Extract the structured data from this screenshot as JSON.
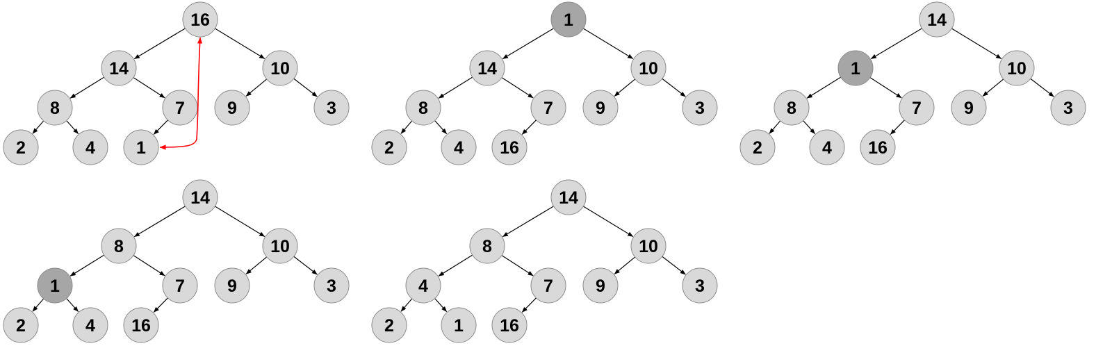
{
  "colors": {
    "node_fill": "#d9d9d9",
    "node_highlight_fill": "#a6a6a6",
    "node_stroke": "#8a8a8a",
    "edge": "#000000",
    "swap_arrow": "#ff0000"
  },
  "panels": [
    {
      "id": "step-1",
      "nodes": [
        {
          "key": "a",
          "label": "16",
          "highlight": false
        },
        {
          "key": "b",
          "label": "14",
          "highlight": false
        },
        {
          "key": "c",
          "label": "10",
          "highlight": false
        },
        {
          "key": "d",
          "label": "8",
          "highlight": false
        },
        {
          "key": "e",
          "label": "7",
          "highlight": false
        },
        {
          "key": "f",
          "label": "9",
          "highlight": false
        },
        {
          "key": "g",
          "label": "3",
          "highlight": false
        },
        {
          "key": "h",
          "label": "2",
          "highlight": false
        },
        {
          "key": "i",
          "label": "4",
          "highlight": false
        },
        {
          "key": "j",
          "label": "1",
          "highlight": false
        }
      ],
      "swap": {
        "from": "a",
        "to": "j"
      }
    },
    {
      "id": "step-2",
      "nodes": [
        {
          "key": "a",
          "label": "1",
          "highlight": true
        },
        {
          "key": "b",
          "label": "14",
          "highlight": false
        },
        {
          "key": "c",
          "label": "10",
          "highlight": false
        },
        {
          "key": "d",
          "label": "8",
          "highlight": false
        },
        {
          "key": "e",
          "label": "7",
          "highlight": false
        },
        {
          "key": "f",
          "label": "9",
          "highlight": false
        },
        {
          "key": "g",
          "label": "3",
          "highlight": false
        },
        {
          "key": "h",
          "label": "2",
          "highlight": false
        },
        {
          "key": "i",
          "label": "4",
          "highlight": false
        },
        {
          "key": "j",
          "label": "16",
          "highlight": false
        }
      ]
    },
    {
      "id": "step-3",
      "nodes": [
        {
          "key": "a",
          "label": "14",
          "highlight": false
        },
        {
          "key": "b",
          "label": "1",
          "highlight": true
        },
        {
          "key": "c",
          "label": "10",
          "highlight": false
        },
        {
          "key": "d",
          "label": "8",
          "highlight": false
        },
        {
          "key": "e",
          "label": "7",
          "highlight": false
        },
        {
          "key": "f",
          "label": "9",
          "highlight": false
        },
        {
          "key": "g",
          "label": "3",
          "highlight": false
        },
        {
          "key": "h",
          "label": "2",
          "highlight": false
        },
        {
          "key": "i",
          "label": "4",
          "highlight": false
        },
        {
          "key": "j",
          "label": "16",
          "highlight": false
        }
      ]
    },
    {
      "id": "step-4",
      "nodes": [
        {
          "key": "a",
          "label": "14",
          "highlight": false
        },
        {
          "key": "b",
          "label": "8",
          "highlight": false
        },
        {
          "key": "c",
          "label": "10",
          "highlight": false
        },
        {
          "key": "d",
          "label": "1",
          "highlight": true
        },
        {
          "key": "e",
          "label": "7",
          "highlight": false
        },
        {
          "key": "f",
          "label": "9",
          "highlight": false
        },
        {
          "key": "g",
          "label": "3",
          "highlight": false
        },
        {
          "key": "h",
          "label": "2",
          "highlight": false
        },
        {
          "key": "i",
          "label": "4",
          "highlight": false
        },
        {
          "key": "j",
          "label": "16",
          "highlight": false
        }
      ]
    },
    {
      "id": "step-5",
      "nodes": [
        {
          "key": "a",
          "label": "14",
          "highlight": false
        },
        {
          "key": "b",
          "label": "8",
          "highlight": false
        },
        {
          "key": "c",
          "label": "10",
          "highlight": false
        },
        {
          "key": "d",
          "label": "4",
          "highlight": false
        },
        {
          "key": "e",
          "label": "7",
          "highlight": false
        },
        {
          "key": "f",
          "label": "9",
          "highlight": false
        },
        {
          "key": "g",
          "label": "3",
          "highlight": false
        },
        {
          "key": "h",
          "label": "2",
          "highlight": false
        },
        {
          "key": "i",
          "label": "1",
          "highlight": false
        },
        {
          "key": "j",
          "label": "16",
          "highlight": false
        }
      ]
    }
  ],
  "edges": [
    [
      "a",
      "b"
    ],
    [
      "a",
      "c"
    ],
    [
      "b",
      "d"
    ],
    [
      "b",
      "e"
    ],
    [
      "c",
      "f"
    ],
    [
      "c",
      "g"
    ],
    [
      "d",
      "h"
    ],
    [
      "d",
      "i"
    ],
    [
      "e",
      "j"
    ]
  ]
}
